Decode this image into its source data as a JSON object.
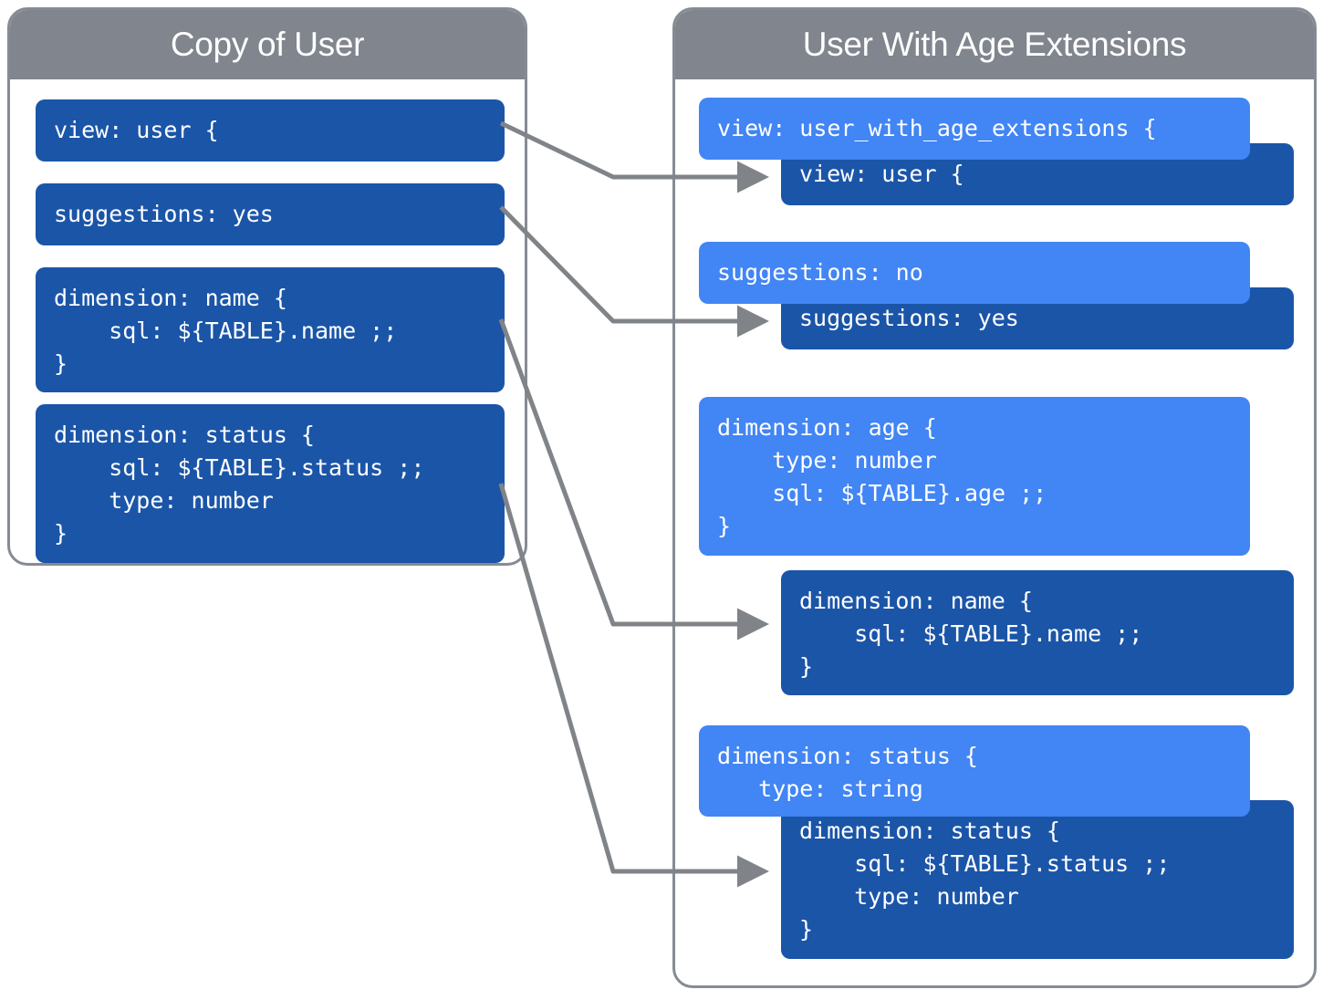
{
  "left_panel": {
    "title": "Copy of User",
    "blocks": [
      {
        "id": "view",
        "text": "view: user {"
      },
      {
        "id": "suggestions",
        "text": "suggestions: yes"
      },
      {
        "id": "dimension_name",
        "text": "dimension: name {\n    sql: ${TABLE}.name ;;\n}"
      },
      {
        "id": "dimension_status",
        "text": "dimension: status {\n    sql: ${TABLE}.status ;;\n    type: number\n}"
      }
    ]
  },
  "right_panel": {
    "title": "User With Age Extensions",
    "blocks": [
      {
        "id": "view_extension",
        "shade": "light",
        "text": "view: user_with_age_extensions {"
      },
      {
        "id": "view_inherited",
        "shade": "dark",
        "text": "view: user {"
      },
      {
        "id": "suggestions_override",
        "shade": "light",
        "text": "suggestions: no"
      },
      {
        "id": "suggestions_inherited",
        "shade": "dark",
        "text": "suggestions: yes"
      },
      {
        "id": "dimension_age",
        "shade": "light",
        "text": "dimension: age {\n    type: number\n    sql: ${TABLE}.age ;;\n}"
      },
      {
        "id": "dimension_name_inherited",
        "shade": "dark",
        "text": "dimension: name {\n    sql: ${TABLE}.name ;;\n}"
      },
      {
        "id": "dimension_status_override",
        "shade": "light",
        "text": "dimension: status {\n   type: string"
      },
      {
        "id": "dimension_status_inherited",
        "shade": "dark",
        "text": "dimension: status {\n    sql: ${TABLE}.status ;;\n    type: number\n}"
      }
    ]
  },
  "colors": {
    "header_gray": "#80858e",
    "block_dark_blue": "#1b55a8",
    "block_light_blue": "#4285f4",
    "connector_gray": "#808488",
    "panel_border": "#868b93"
  },
  "connectors": [
    {
      "from": "left.view",
      "to": "right.view_inherited"
    },
    {
      "from": "left.suggestions",
      "to": "right.suggestions_inherited"
    },
    {
      "from": "left.dimension_name",
      "to": "right.dimension_name_inherited"
    },
    {
      "from": "left.dimension_status",
      "to": "right.dimension_status_inherited"
    }
  ]
}
